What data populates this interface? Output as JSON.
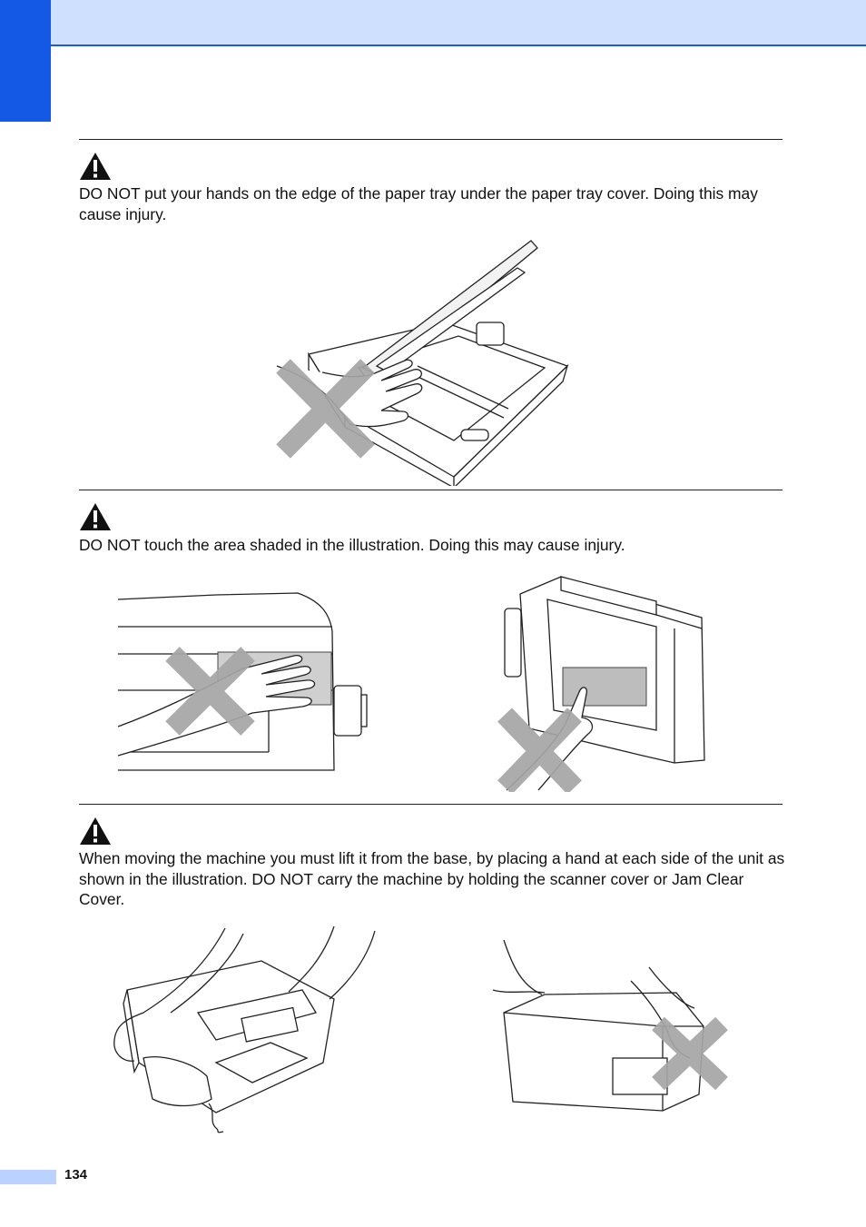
{
  "header": {
    "band_color": "#cfe0ff",
    "tab_color": "#1458e6"
  },
  "warnings": [
    {
      "icon": "warning-triangle-icon",
      "text": "DO NOT put your hands on the edge of the paper tray under the paper tray cover. Doing this may cause injury."
    },
    {
      "icon": "warning-triangle-icon",
      "text": "DO NOT touch the area shaded in the illustration. Doing this may cause injury."
    },
    {
      "icon": "warning-triangle-icon",
      "text": "When moving the machine you must lift it from the base, by placing a hand at each side of the unit as shown in the illustration. DO NOT carry the machine by holding the scanner cover or Jam Clear Cover."
    }
  ],
  "footer": {
    "page_number": "134"
  }
}
